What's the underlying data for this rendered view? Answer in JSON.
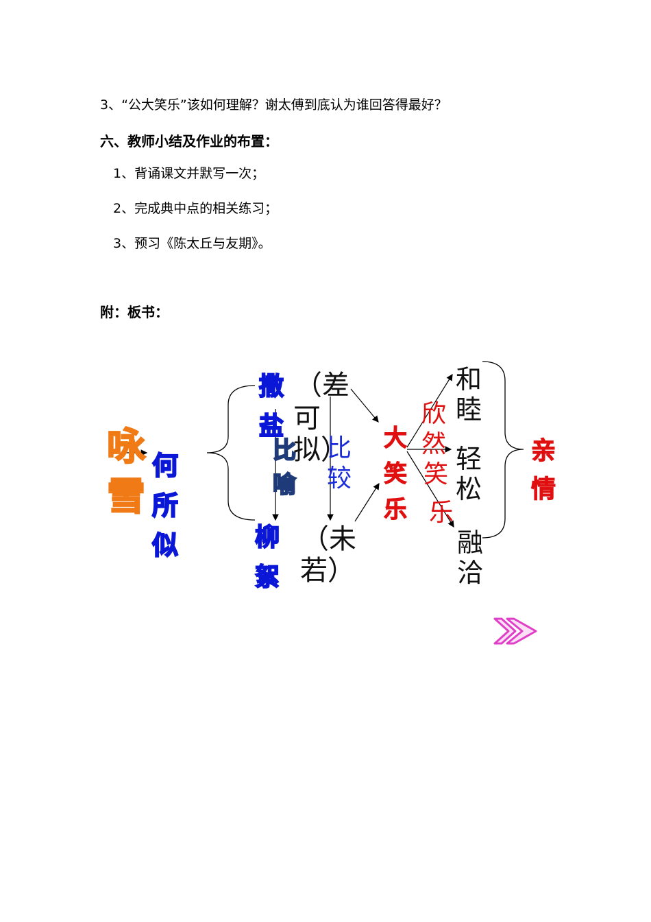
{
  "lines": {
    "q3": "3、“公大笑乐”该如何理解？谢太傅到底认为谁回答得最好？",
    "section6": "六、教师小结及作业的布置：",
    "hw1": "1、背诵课文并默写一次；",
    "hw2": "2、完成典中点的相关练习；",
    "hw3": "3、预习《陈太丘与友期》。",
    "appendix": "附：板书："
  },
  "board": {
    "yongxue": [
      "咏",
      "雪"
    ],
    "hesuosi": [
      "何",
      "所",
      "似"
    ],
    "sayan": [
      "撒",
      "盐"
    ],
    "chaketop": [
      "（差",
      "可",
      "拟）"
    ],
    "biyu": [
      "比",
      "喻"
    ],
    "bijiao": [
      "比",
      "较"
    ],
    "liuxu": [
      "柳",
      "絮"
    ],
    "weiruo": [
      "（未",
      "若）"
    ],
    "daxiaole": [
      "大",
      "笑",
      "乐"
    ],
    "xinranxiaole": [
      "欣",
      "然",
      "笑",
      "乐"
    ],
    "hemu": [
      "和",
      "睦"
    ],
    "qingsong": [
      "轻",
      "松"
    ],
    "rongqia": [
      "融",
      "洽"
    ],
    "qinqing": [
      "亲",
      "情"
    ]
  },
  "colors": {
    "blue": "#0b17d6",
    "orange": "#f07a15",
    "red": "#e01010",
    "magenta": "#e040c8"
  },
  "icons": {
    "next": "double-chevron-right-icon"
  }
}
